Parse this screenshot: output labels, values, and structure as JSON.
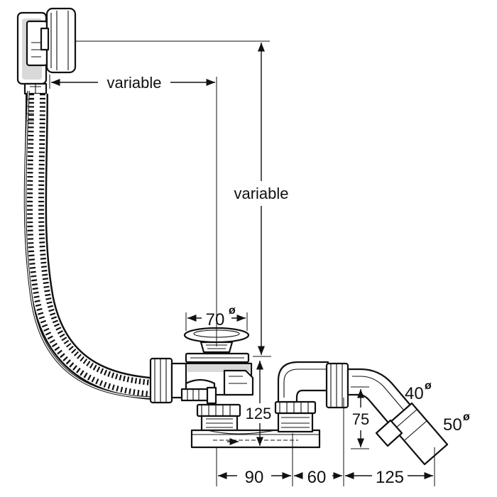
{
  "dimensions": {
    "horizontal_variable": "variable",
    "vertical_variable": "variable",
    "outlet_diameter": "70",
    "diameter_symbol": "ø",
    "drain_height": "125",
    "offset_90": "90",
    "offset_60": "60",
    "offset_125": "125",
    "trap_height": "75",
    "pipe_40": "40",
    "pipe_50": "50"
  }
}
